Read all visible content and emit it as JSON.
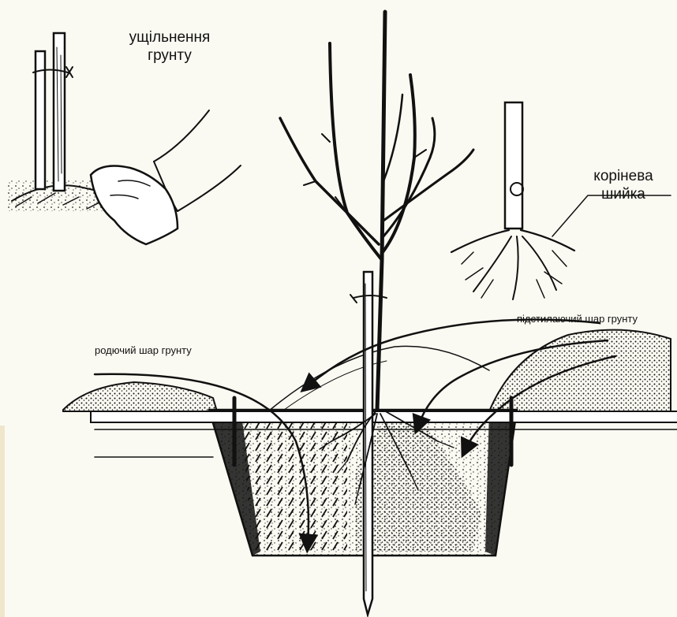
{
  "labels": {
    "soil_compaction_line1": "ущільнення",
    "soil_compaction_line2": "грунту",
    "root_collar_line1": "корінева",
    "root_collar_line2": "шийка",
    "fertile_layer": "родючий шар грунту",
    "subsoil_layer": "підстилаючий шар грунту"
  },
  "colors": {
    "background": "#fbfaf2",
    "ink": "#111111",
    "left_edge_strip": "#efe6cc"
  }
}
